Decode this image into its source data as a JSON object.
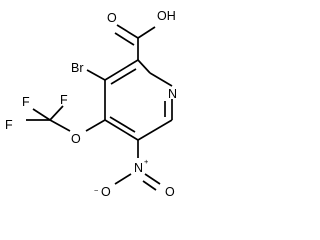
{
  "molecule": {
    "atoms": {
      "hydroxyl": "OH",
      "carbonyl_oxygen": "O",
      "bromine": "Br",
      "ring_nitrogen": "N",
      "fluorine_top_left": "F",
      "fluorine_top_right": "F",
      "fluorine_left": "F",
      "ether_oxygen": "O",
      "nitro_nitrogen": "N",
      "nitro_oxygen_left": "O",
      "nitro_oxygen_right": "O"
    },
    "charges": {
      "nitro_nitrogen": "+",
      "nitro_oxygen_left": "−"
    }
  }
}
